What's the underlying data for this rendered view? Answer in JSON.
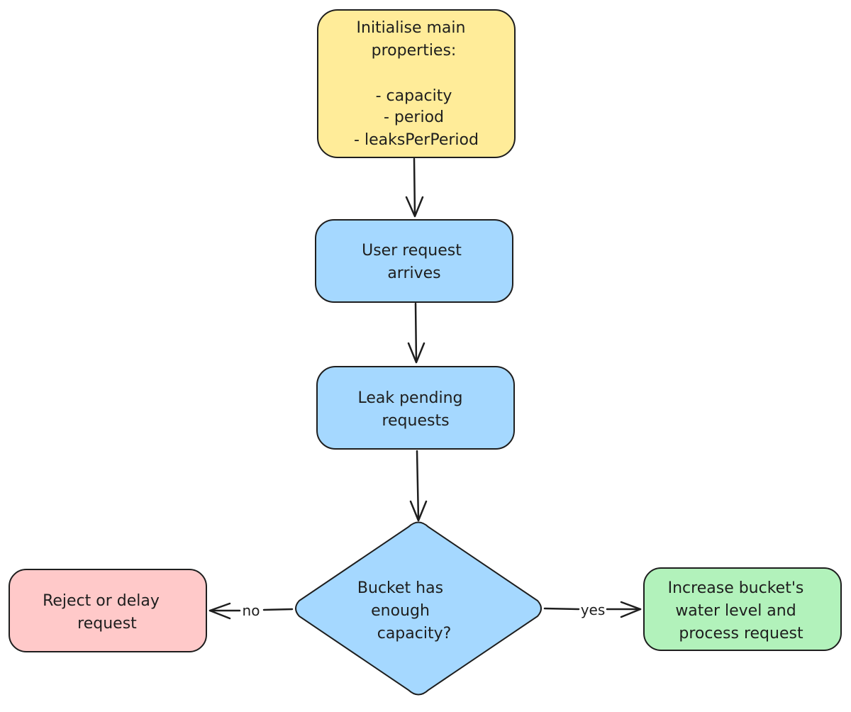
{
  "colors": {
    "stroke": "#1e1e1e",
    "init_fill": "#ffec99",
    "step_fill": "#a5d8ff",
    "reject_fill": "#ffc9c9",
    "accept_fill": "#b2f2bb",
    "background": "#ffffff"
  },
  "nodes": {
    "init": {
      "lines": [
        "Initialise main",
        "properties:",
        "",
        "- capacity",
        "- period",
        "- leaksPerPeriod"
      ]
    },
    "request": {
      "lines": [
        "User request",
        "arrives"
      ]
    },
    "leak": {
      "lines": [
        "Leak pending",
        "requests"
      ]
    },
    "decision": {
      "lines": [
        "Bucket has",
        "enough",
        "capacity?"
      ]
    },
    "reject": {
      "lines": [
        "Reject or delay",
        "request"
      ]
    },
    "accept": {
      "lines": [
        "Increase bucket's",
        "water level and",
        "process request"
      ]
    }
  },
  "edges": {
    "no_label": "no",
    "yes_label": "yes"
  }
}
